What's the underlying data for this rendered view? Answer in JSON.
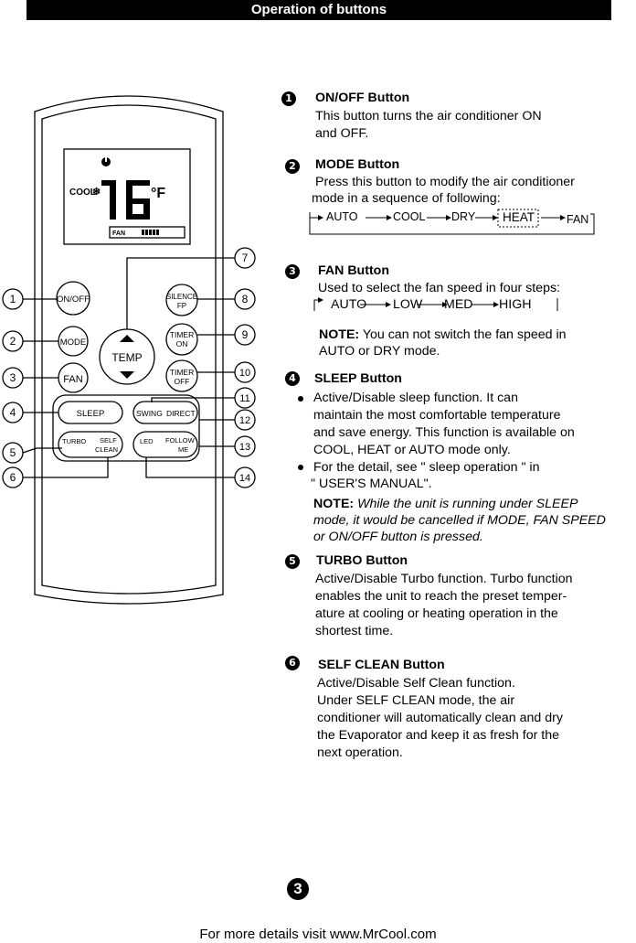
{
  "header": {
    "title": "Operation of buttons"
  },
  "remote": {
    "display": {
      "mode": "COOL",
      "temp": "16",
      "unit": "°F",
      "fan": "FAN"
    },
    "buttons": {
      "onoff": "ON/OFF",
      "mode": "MODE",
      "fan": "FAN",
      "temp": "TEMP",
      "silence": "SILENCE",
      "silence2": "FP",
      "timer_on": "TIMER",
      "timer_on2": "ON",
      "timer_off": "TIMER",
      "timer_off2": "OFF",
      "sleep": "SLEEP",
      "swing": "SWING",
      "direct": "DIRECT",
      "turbo": "TURBO",
      "self": "SELF",
      "clean": "CLEAN",
      "led": "LED",
      "follow": "FOLLOW",
      "me": "ME"
    },
    "callouts": [
      "1",
      "2",
      "3",
      "4",
      "5",
      "6",
      "7",
      "8",
      "9",
      "10",
      "11",
      "12",
      "13",
      "14"
    ]
  },
  "sections": {
    "s1": {
      "num": "1",
      "title": "ON/OFF Button",
      "lines": [
        "This button turns the air conditioner ON",
        "and OFF."
      ]
    },
    "s2": {
      "num": "2",
      "title": "MODE  Button",
      "lines": [
        "Press this button to modify the air conditioner",
        "mode in a sequence of  following:"
      ],
      "sequence": [
        "AUTO",
        "COOL",
        "DRY",
        "HEAT",
        "FAN"
      ]
    },
    "s3": {
      "num": "3",
      "title": "FAN Button",
      "lines": [
        "Used to select the fan speed in four steps:"
      ],
      "sequence": [
        "AUTO",
        "LOW",
        "MED",
        "HIGH"
      ],
      "note_label": "NOTE:",
      "note_text": "You can not switch the fan speed in",
      "note_line2": "AUTO or DRY mode."
    },
    "s4": {
      "num": "4",
      "title": "SLEEP Button",
      "lines": [
        "Active/Disable sleep function. It can",
        "maintain the most comfortable temperature",
        "and save energy. This function is available on",
        "COOL, HEAT or AUTO mode only.",
        "For the detail, see \" sleep operation \" in",
        "\" USER'S MANUAL\"."
      ],
      "note_label": "NOTE:",
      "note_lines": [
        "While the unit is running under SLEEP",
        "mode, it would be cancelled if MODE, FAN SPEED",
        "or ON/OFF button is pressed."
      ]
    },
    "s5": {
      "num": "5",
      "title": "TURBO Button",
      "lines": [
        "Active/Disable Turbo function. Turbo function",
        "enables the unit to reach the preset temper-",
        "ature at cooling or heating operation in the",
        "shortest time."
      ]
    },
    "s6": {
      "num": "6",
      "title": "SELF CLEAN  Button",
      "lines": [
        "Active/Disable Self Clean function.",
        "Under SELF CLEAN mode, the air",
        "conditioner will automatically clean and dry",
        "the Evaporator and keep it as fresh for the",
        "next operation."
      ]
    }
  },
  "page_number": "3",
  "footer": "For more details visit www.MrCool.com"
}
